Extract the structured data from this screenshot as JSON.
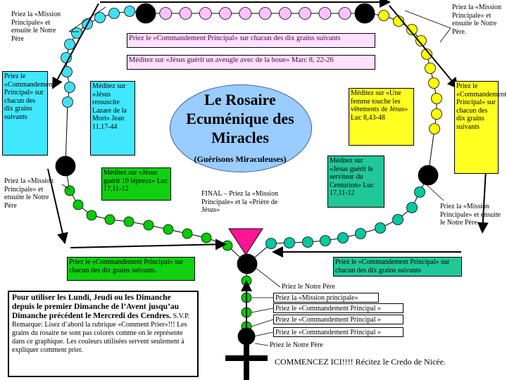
{
  "title": "Le Rosaire Ecuménique des Miracles",
  "subtitle": "(Guérisons Miraculeuses)",
  "top_instruction": "Priez le «Commandement Principal» sur chacun des dix grains suivants",
  "top_meditation": "Méditez sur «Jésus guérit un aveugle avec de la boue» Marc 8, 22-26",
  "labels": {
    "top_left_pray": "Priez la «Mission Principale» et ensuite le Notre Père",
    "top_right_pray": "Priez la «Mission Principale» et ensuite le Notre Père.",
    "left_pray": "Priez la «Mission Principale» et ensuite le Notre Père",
    "right_pray": "Priez la «Mission Principale» et ensuite le Notre Père",
    "final": "FINAL – Priez la «Mission Principale» et la «Prière de Jésus»"
  },
  "boxes": {
    "cyan_command": "Priez le «Commandement Principal» sur chacun des dix grains suivants",
    "cyan_meditation": "Méditez sur «Jésus ressuscite Lazare de la Mort» Jean 11,17-44",
    "yellow_meditation": "Méditez sur «Une femme touche les vêtements de Jésus» Luc 8,43-48",
    "yellow_command": "Priez le «Commandement Principal» sur chacun des dix grains suivants",
    "green_meditation": "Méditez sur «Jésus guérit 10 lépreux» Luc 17,11-12",
    "green_command": "Priez le «Commandement Principal» sur chacun des dix grains suivants.",
    "teal_meditation": "Méditez sur «Jésus guérit le serviteur du Centurion» Luc 17,11-12",
    "teal_command": "Priez le «Commandement Principal» sur chacun des dix grains suivants"
  },
  "pendant": {
    "notre_pere_1": "Priez le Notre Père",
    "mission": "Priez la «Mission principale»",
    "command_1": "Priez le «Commandement Principal »",
    "command_2": "Priez le «Commandement Principal »",
    "command_3": "Priez le «Commandement Principal »",
    "notre_pere_2": "Priez le Notre Père",
    "start": "COMMENCEZ ICI!!!! Récitez le Credo de Nicée."
  },
  "note": {
    "bold": "Pour utiliser les Lundi, Jeudi ou les Dimanche depuis le premier Dimanche de l’Avent jusqu’au Dimanche précédent le Mercredi des Cendres.",
    "rest": "S.V.P. Remarque: Lisez d’abord la rubrique «Comment Prier»!!! Les grains du rosaire ne sont pas colorés comme on le représente dans ce graphique. Les couleurs utilisées servent seulement à expliquer comment prier."
  },
  "colors": {
    "pink_bead": "#ffc0ff",
    "cyan_bead": "#40e0f0",
    "yellow_bead": "#ffff00",
    "green_bead": "#00cc00",
    "teal_bead": "#00c8a0",
    "black_bead": "#000000",
    "center_triangle": "#ff1493"
  }
}
